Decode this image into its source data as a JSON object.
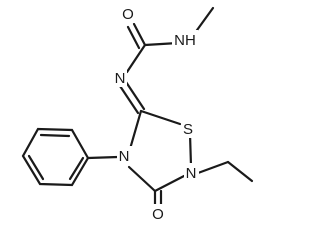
{
  "molecule": {
    "atoms": {
      "o_urea": "O",
      "nh_methyl": "NH",
      "n_imine": "N",
      "s_ring": "S",
      "n_ring_ethyl": "N",
      "n_ring_phenyl": "N",
      "o_ring": "O"
    },
    "bond_color": "#1a1a1a",
    "background": "#ffffff"
  }
}
